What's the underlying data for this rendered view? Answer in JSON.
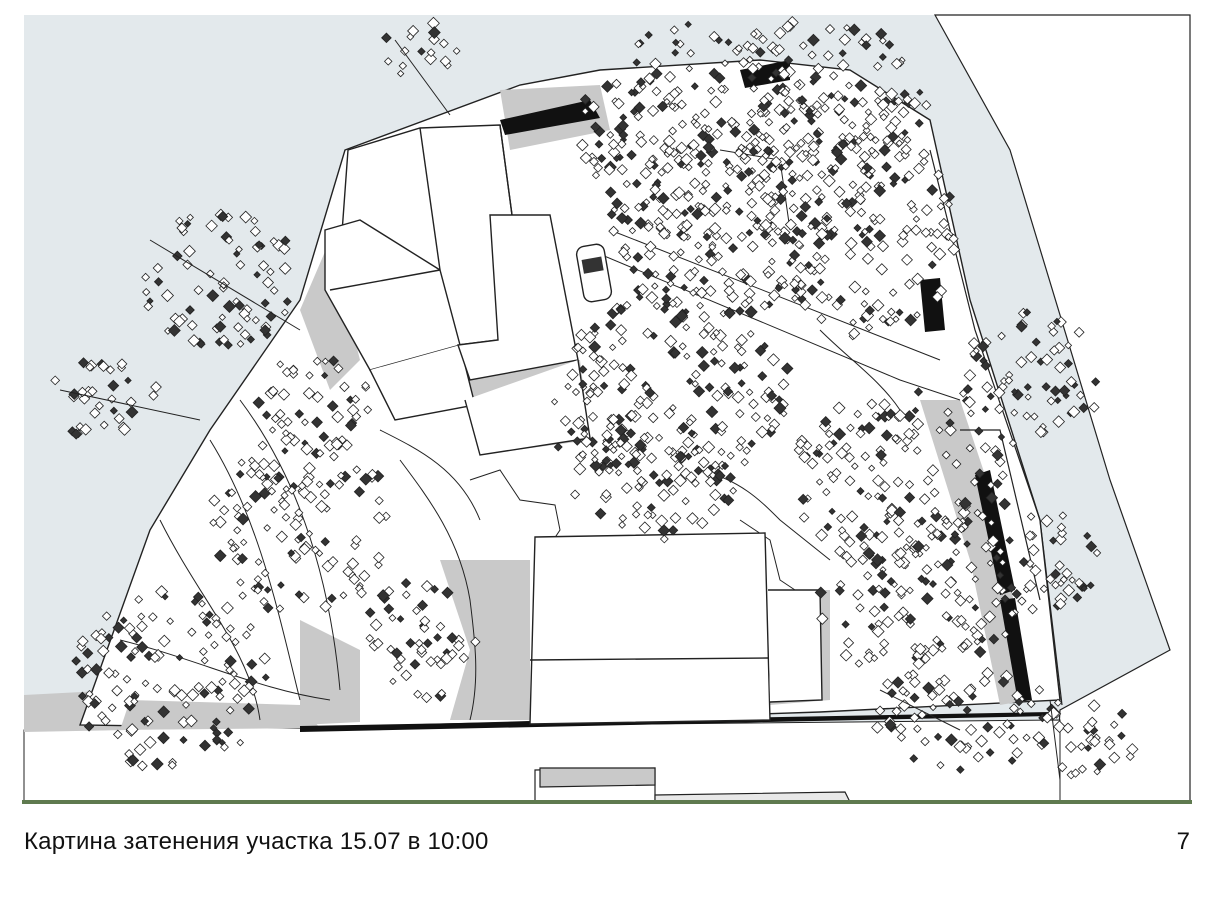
{
  "caption": "Картина затенения участка 15.07 в 10:00",
  "page_number": "7",
  "colors": {
    "background_area": "#e3e9ec",
    "site": "#ffffff",
    "shadow": "#c9c9c9",
    "dark_shadow": "#111111",
    "lines": "#222222",
    "ground_line": "#5f7a4f"
  },
  "plan": {
    "elements": [
      "site-plot",
      "main-house",
      "garage",
      "outbuilding",
      "car",
      "trees",
      "shadows",
      "street"
    ]
  }
}
